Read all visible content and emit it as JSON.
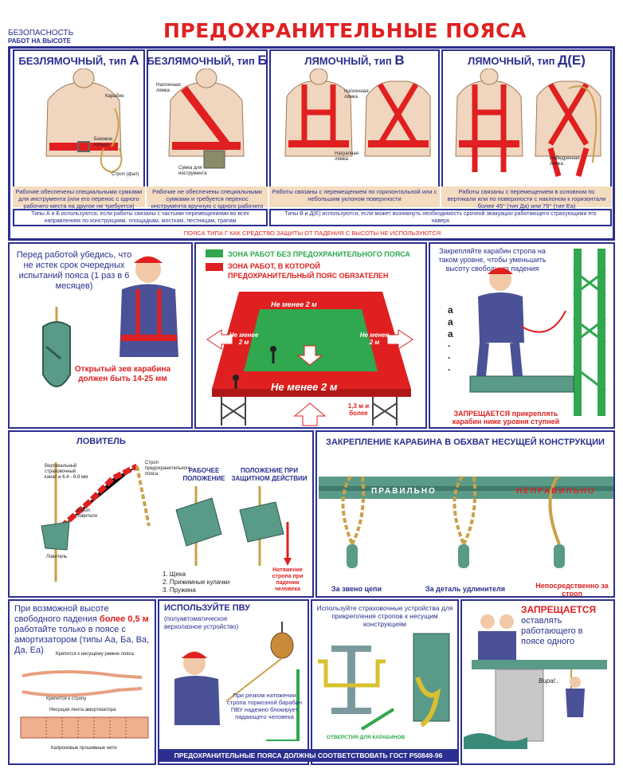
{
  "header": {
    "topic_line1": "БЕЗОПАСНОСТЬ",
    "topic_line2": "РАБОТ НА ВЫСОТЕ",
    "title": "ПРЕДОХРАНИТЕЛЬНЫЕ ПОЯСА"
  },
  "types": {
    "a": {
      "title": "БЕЗЛЯМОЧНЫЙ, тип",
      "letter": "А",
      "labels": [
        "Карабин",
        "Боковое кольцо",
        "Строп (фал)"
      ],
      "desc": "Рабочие обеспечены специальными сумками для инструмента (или его перенос с одного рабочего места на другое не требуется)"
    },
    "b": {
      "title": "БЕЗЛЯМОЧНЫЙ, тип",
      "letter": "Б",
      "labels": [
        "Наплечная лямка",
        "Сумка для инструмента"
      ],
      "desc": "Рабочие не обеспечены специальными сумками и требуется перенос инструмента вручную с одного рабочего места на другое"
    },
    "v": {
      "title": "ЛЯМОЧНЫЙ, тип",
      "letter": "В",
      "labels": [
        "Наплечная лямка",
        "Награлная лямка"
      ],
      "desc": "Работы связаны с перемещением по горизонтальной или с небольшим уклоном поверхности"
    },
    "d": {
      "title": "ЛЯМОЧНЫЙ, тип",
      "letter": "Д(Е)",
      "labels": [
        "Набедренная лямка"
      ],
      "desc": "Работы связаны с перемещением в основном по вертикали или по поверхности с наклоном к горизонтали более 45° (тип Да) или 75° (тип Еа)"
    },
    "note_ab": "Типы А и Б используются, если работы связаны с частыми перемещениями во всех направлениях по конструкциям, площадкам, мосткам, лестницам, трапам",
    "note_vd": "Типы В и Д(Е) используются, если может возникнуть необходимость срочной эвакуации работающего страхующими его наверх",
    "note_g": "ПОЯСА ТИПА Г КАК СРЕДСТВО ЗАЩИТЫ ОТ ПАДЕНИЯ С ВЫСОТЫ НЕ ИСПОЛЬЗУЮТСЯ"
  },
  "check": {
    "text": "Перед работой убедись, что не истек срок очередных испытаний пояса (1 раз в 6 месяцев)",
    "carabiner": "Открытый зев карабина должен быть 14-25 мм"
  },
  "zones": {
    "green_label": "ЗОНА РАБОТ БЕЗ ПРЕДОХРАНИТЕЛЬНОГО ПОЯСА",
    "red_label": "ЗОНА РАБОТ, В КОТОРОЙ ПРЕДОХРАНИТЕЛЬНЫЙ ПОЯС ОБЯЗАТЕЛЕН",
    "not_less_top": "Не менее 2 м",
    "not_less_left": "Не менее 2 м",
    "not_less_right": "Не менее 2 м",
    "not_less_bottom": "Не менее 2 м",
    "height": "1,3 м и более"
  },
  "attach": {
    "text": "Закрепляйте карабин стропа на таком уровне, чтобы уменьшить высоту свободного падения",
    "forbidden": "ЗАПРЕЩАЕТСЯ прикреплять карабин ниже уровня ступней"
  },
  "catcher": {
    "title": "ЛОВИТЕЛЬ",
    "rope": "Вертикальный страховочный канат ⌀ 6,4 - 8,8 мм",
    "strap": "Строп предохранительного пояса",
    "catcher_strap": "Строп ловителя",
    "catcher": "Ловитель",
    "working": "РАБОЧЕЕ ПОЛОЖЕНИЕ",
    "protective": "ПОЛОЖЕНИЕ ПРИ ЗАЩИТНОМ ДЕЙСТВИИ",
    "parts": [
      "1. Щека",
      "2. Прижимные кулачки",
      "3. Пружина"
    ],
    "tension": "Натяжение стропа при падении человека"
  },
  "fixing": {
    "title": "ЗАКРЕПЛЕНИЕ КАРАБИНА В ОБХВАТ НЕСУЩЕЙ КОНСТРУКЦИИ",
    "right": "ПРАВИЛЬНО",
    "wrong": "НЕПРАВИЛЬНО",
    "cap1": "За звено цепи",
    "cap2": "За деталь удлинителя",
    "cap3": "Непосредственно за строп"
  },
  "shock": {
    "text_a": "При возможной высоте свободного падения",
    "text_b": "более 0,5 м",
    "text_c": "работайте только в поясе с амортизатором (типы Аа, Ба, Ва, Да, Еа)",
    "l1": "Крепится к несущему ремню пояса",
    "l2": "Крепится к стропу",
    "l3": "Несущая лента амортизатора",
    "l4": "Капроновые прошивные нити"
  },
  "pvu": {
    "title": "ИСПОЛЬЗУЙТЕ ПВУ",
    "sub": "(полуавтоматическое верхолазное устройство)",
    "desc": "При резком натяжении стропа тормозной барабан ПВУ надежно блокирует падающего человека"
  },
  "devices": {
    "text": "Используйте страховочные устройства для прикрепления стропов к несущим конструкциям",
    "holes": "ОТВЕРСТИЯ ДЛЯ КАРАБИНОВ"
  },
  "alone": {
    "title": "ЗАПРЕЩАЕТСЯ",
    "text": "оставлять работающего в поясе одного",
    "bubble": "Вира!.."
  },
  "footer": "ПРЕДОХРАНИТЕЛЬНЫЕ ПОЯСА ДОЛЖНЫ СООТВЕТСТВОВАТЬ ГОСТ Р50849-96",
  "colors": {
    "blue": "#2b2f8f",
    "red": "#e02020",
    "green": "#2fa84f",
    "beige": "#f3dcc0"
  }
}
